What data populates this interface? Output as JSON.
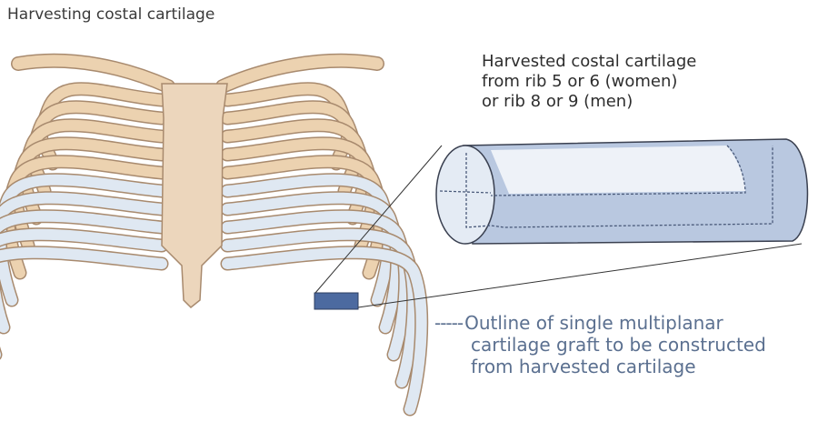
{
  "title": "Harvesting costal cartilage",
  "harvest_label": {
    "lines": [
      "Harvested costal cartilage",
      "from rib 5 or 6 (women)",
      "or rib 8 or 9 (men)"
    ]
  },
  "caption": {
    "dash": "-----",
    "lines": [
      "Outline of single multiplanar",
      "cartilage graft to be constructed",
      "from harvested cartilage"
    ]
  },
  "colors": {
    "bone": "#ecd2b0",
    "bone_outline": "#a88a6e",
    "cartilage": "#dfe8f2",
    "harvest": "#4c6aa0",
    "graft": "#b9c8e0",
    "text_caption": "#5b7090"
  }
}
